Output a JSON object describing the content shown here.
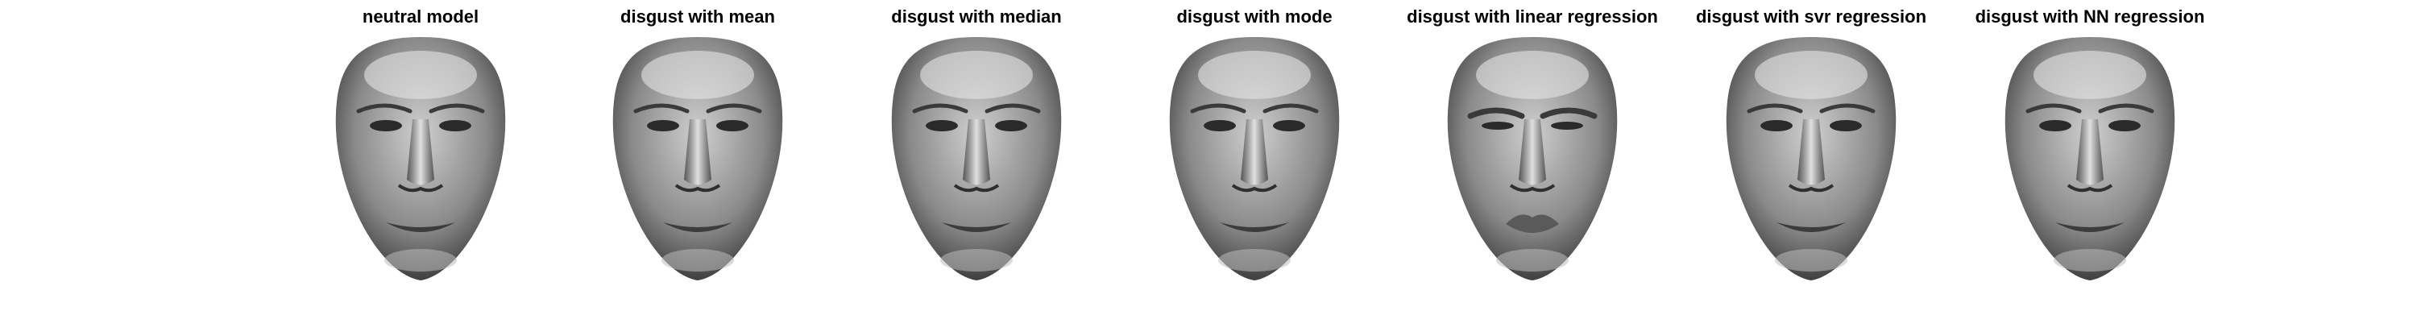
{
  "panels": [
    {
      "title": "neutral model",
      "variant": "neutral"
    },
    {
      "title": "disgust with mean",
      "variant": "mean"
    },
    {
      "title": "disgust with median",
      "variant": "median"
    },
    {
      "title": "disgust with mode",
      "variant": "mode"
    },
    {
      "title": "disgust with linear regression",
      "variant": "linear"
    },
    {
      "title": "disgust with svr regression",
      "variant": "svr"
    },
    {
      "title": "disgust with NN regression",
      "variant": "nn"
    }
  ],
  "colors": {
    "background": "#ffffff",
    "face_light": "#cfcfcf",
    "face_mid": "#8a8a8a",
    "face_dark": "#2e2e2e",
    "title_text": "#000000"
  }
}
